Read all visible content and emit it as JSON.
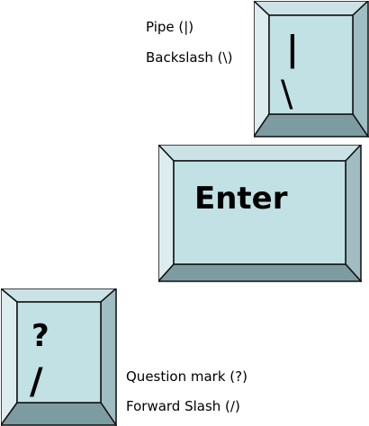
{
  "colors": {
    "face": "#c2e1e5",
    "bevel_top": "#cbe2e7",
    "bevel_left": "#dcecef",
    "bevel_right": "#9fbdc2",
    "bevel_bottom": "#7d9ca1",
    "outline": "#0f0f0f"
  },
  "keys": {
    "pipe_backslash": {
      "top_char": "|",
      "bottom_char": "\\",
      "labels": [
        "Pipe (|)",
        "Backslash (\\)"
      ]
    },
    "enter": {
      "label": "Enter"
    },
    "question_slash": {
      "top_char": "?",
      "bottom_char": "/",
      "labels": [
        "Question mark (?)",
        "Forward Slash (/)"
      ]
    }
  }
}
